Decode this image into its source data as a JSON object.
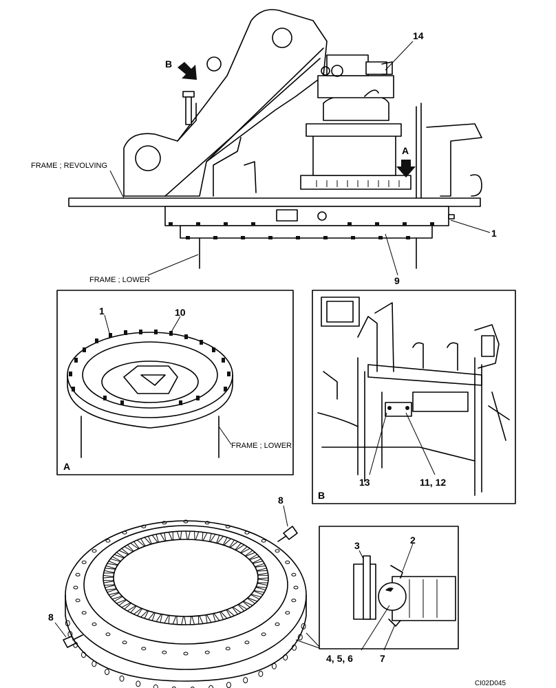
{
  "labels": {
    "frame_revolving": "FRAME ; REVOLVING",
    "frame_lower_top": "FRAME ; LOWER",
    "frame_lower_detail": "FRAME ; LOWER",
    "view_a_arrow": "A",
    "view_b_arrow": "B",
    "part_14": "14",
    "part_1_top": "1",
    "part_9": "9",
    "part_1_detail": "1",
    "part_10": "10",
    "detail_a_caption": "A",
    "part_13": "13",
    "part_11_12": "11, 12",
    "detail_b_caption": "B",
    "part_8_top": "8",
    "part_8_left": "8",
    "part_3": "3",
    "part_2": "2",
    "part_4_5_6": "4, 5, 6",
    "part_7": "7",
    "drawing_code": "CI02D045"
  }
}
